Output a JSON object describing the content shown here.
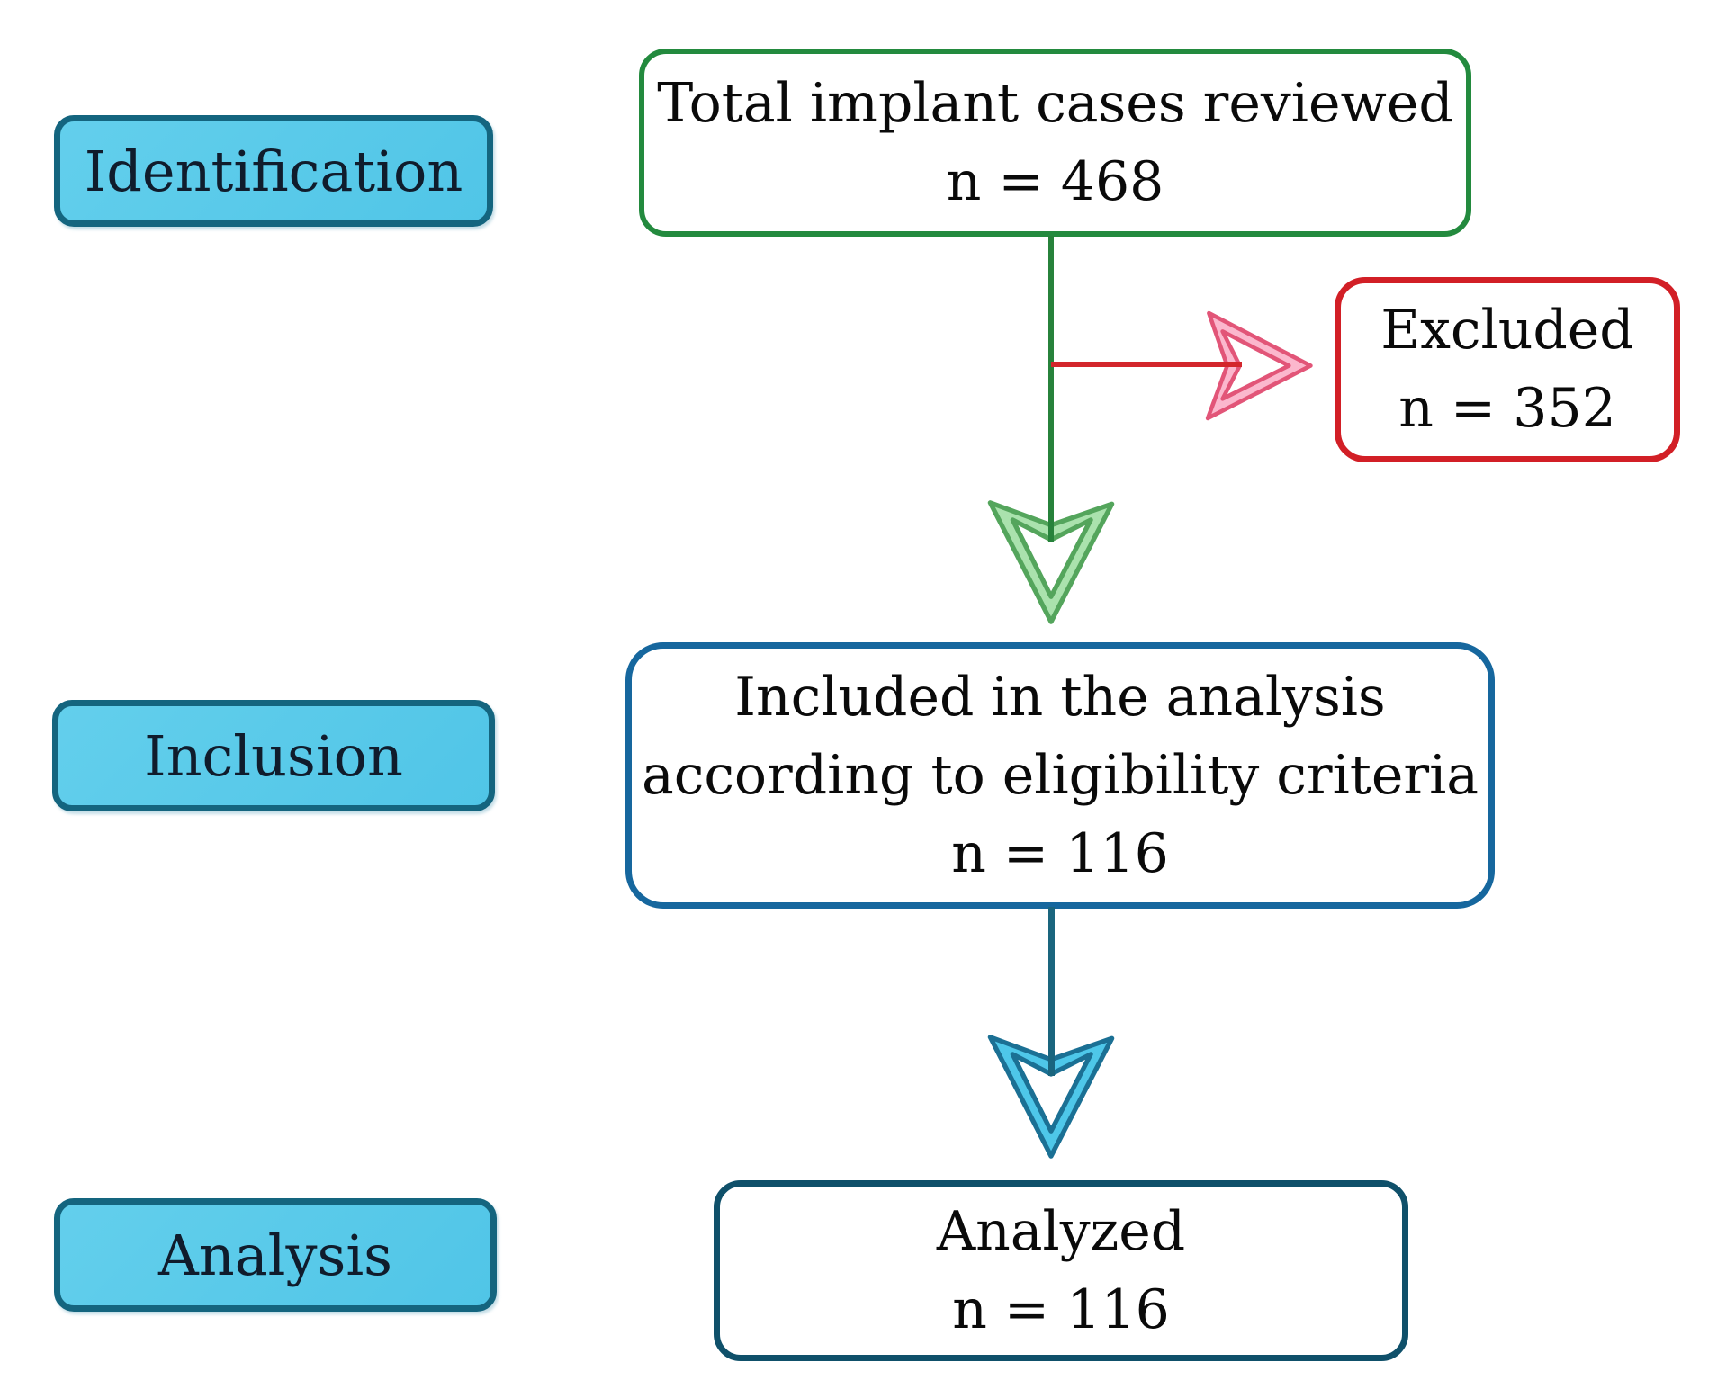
{
  "stages": [
    {
      "label": "Identification"
    },
    {
      "label": "Inclusion"
    },
    {
      "label": "Analysis"
    }
  ],
  "nodes": {
    "total": {
      "lines": [
        "Total implant cases reviewed",
        "n = 468"
      ]
    },
    "excluded": {
      "lines": [
        "Excluded",
        "n = 352"
      ]
    },
    "included": {
      "lines": [
        "Included in the analysis",
        "according to eligibility criteria",
        "n = 116"
      ]
    },
    "analyzed": {
      "lines": [
        "Analyzed",
        "n = 116"
      ]
    }
  },
  "icons": {
    "green_down_chevron": "chevron-down-arrow",
    "cyan_down_chevron": "chevron-down-arrow",
    "pink_right_chevron": "chevron-right-arrow"
  },
  "colors": {
    "label_fill": "#50c5e7",
    "label_fill_hi": "#63cfec",
    "label_border": "#14657f",
    "label_text": "#101c2c",
    "node_text": "#0a0a0a",
    "green_border": "#238a3e",
    "green_line": "#27823b",
    "red_border": "#d21f26",
    "red_line": "#d3262c",
    "blue_border": "#16679e",
    "teal_border": "#0f506a",
    "teal_line": "#1a657e",
    "chev_green_fill": "#aae2ad",
    "chev_green_stroke": "#54a55c",
    "chev_cyan_fill": "#4ec7e9",
    "chev_cyan_stroke": "#1b7094",
    "chev_pink_fill": "#fbb7cd",
    "chev_pink_stroke": "#e25578"
  }
}
